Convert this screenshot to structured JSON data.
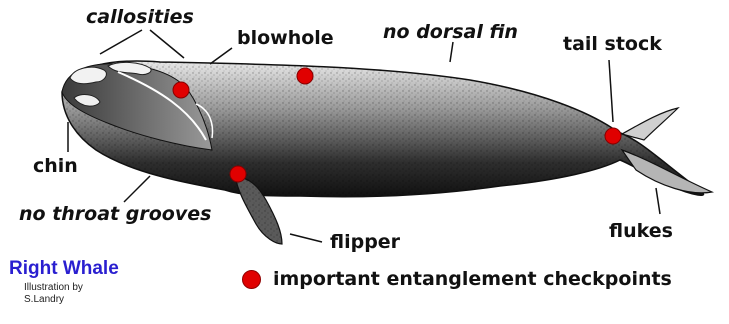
{
  "labels": {
    "callosities": "callosities",
    "blowhole": "blowhole",
    "no_dorsal_fin": "no dorsal fin",
    "tail_stock": "tail stock",
    "chin": "chin",
    "no_throat_grooves": "no throat grooves",
    "flipper": "flipper",
    "flukes": "flukes"
  },
  "title": "Right Whale",
  "credit": {
    "line1": "Illustration by",
    "line2": "S.Landry"
  },
  "legend": {
    "text": "important entanglement checkpoints"
  },
  "colors": {
    "checkpoint": "#e00000",
    "title": "#2a1fd0",
    "whale_dark": "#1a1a1a",
    "whale_mid": "#555555",
    "whale_light": "#cfcfcf"
  }
}
